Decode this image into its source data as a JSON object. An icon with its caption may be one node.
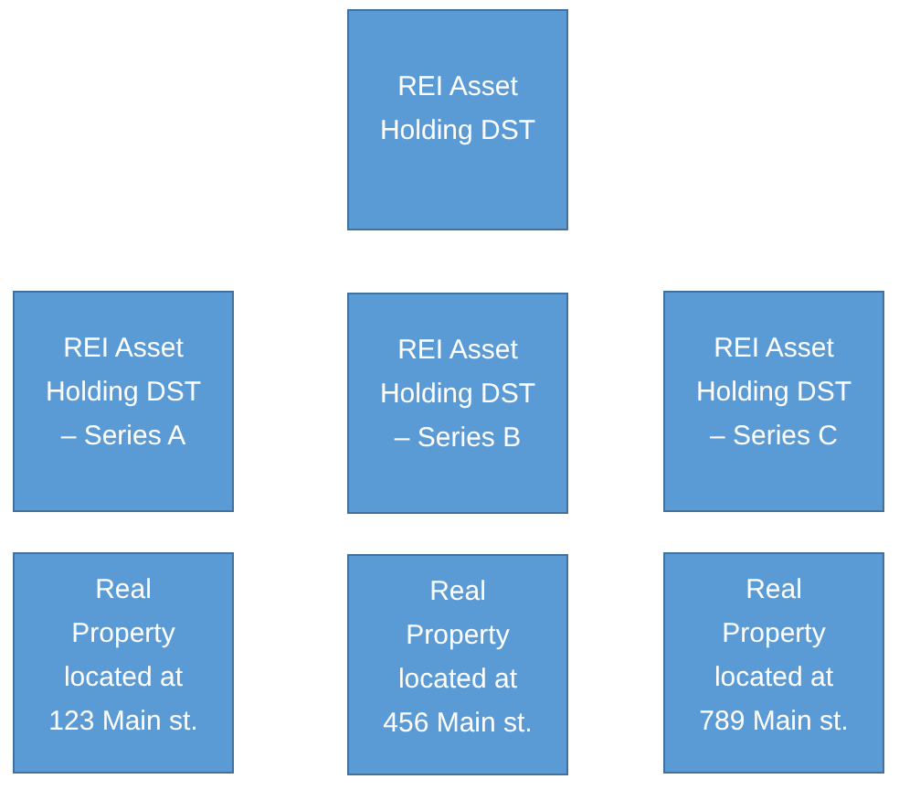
{
  "diagram": {
    "nodes": [
      {
        "text": [
          "REI Asset Holding DST"
        ]
      },
      {
        "text": [
          "REI Asset Holding DST – Series A"
        ]
      },
      {
        "text": [
          "REI Asset Holding DST – Series B"
        ]
      },
      {
        "text": [
          "REI Asset Holding DST – Series C"
        ]
      },
      {
        "text": [
          "Real Property located at 123 Main st."
        ]
      },
      {
        "text": [
          "Real Property located at 456 Main st."
        ]
      },
      {
        "text": [
          "Real Property located at 789 Main st."
        ]
      }
    ]
  }
}
